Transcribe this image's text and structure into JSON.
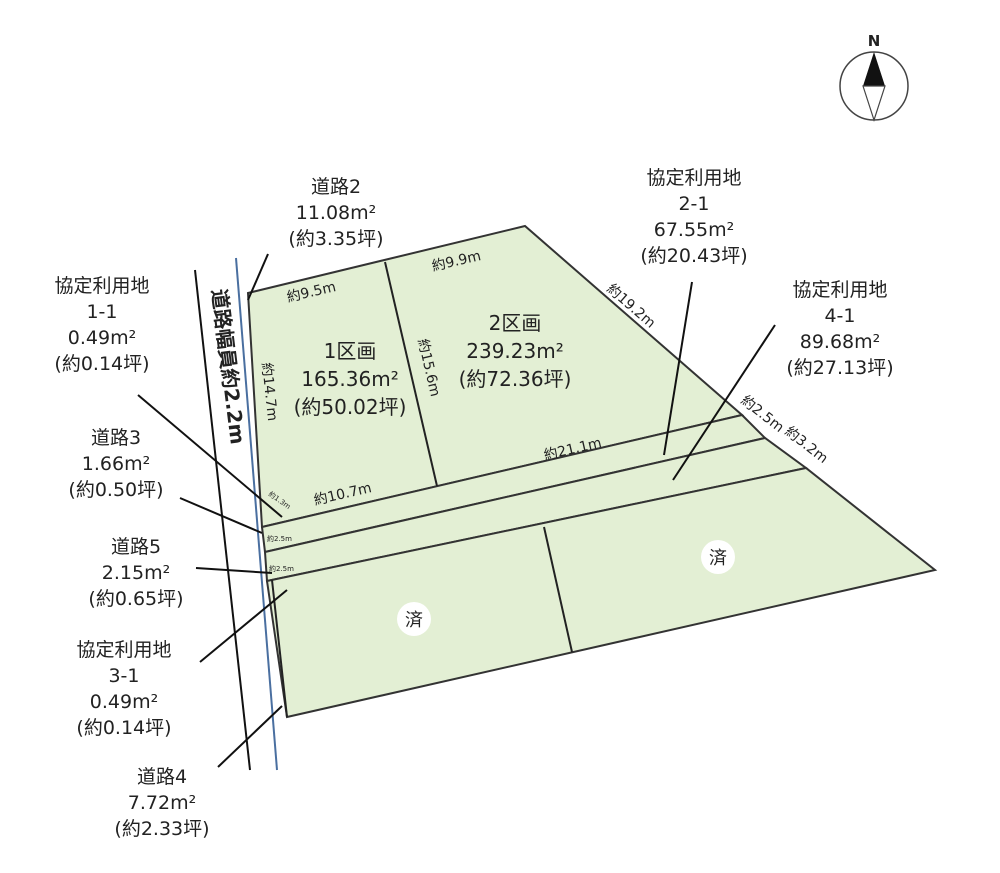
{
  "compass": {
    "north_label": "N",
    "icon": "north-arrow-icon"
  },
  "colors": {
    "parcel_fill": "#e3efd4",
    "outline": "#333333",
    "road_edge": "#4a6fa0",
    "leader": "#111111"
  },
  "road_main": {
    "label": "道路幅員約2.2m"
  },
  "road2": {
    "name": "道路2",
    "area": "11.08m²",
    "tsubo": "(約3.35坪)"
  },
  "kyotei_1_1": {
    "name": "協定利用地",
    "id": "1-1",
    "area": "0.49m²",
    "tsubo": "(約0.14坪)"
  },
  "road3": {
    "name": "道路3",
    "area": "1.66m²",
    "tsubo": "(約0.50坪)"
  },
  "road5": {
    "name": "道路5",
    "area": "2.15m²",
    "tsubo": "(約0.65坪)"
  },
  "kyotei_3_1": {
    "name": "協定利用地",
    "id": "3-1",
    "area": "0.49m²",
    "tsubo": "(約0.14坪)"
  },
  "road4": {
    "name": "道路4",
    "area": "7.72m²",
    "tsubo": "(約2.33坪)"
  },
  "kyotei_2_1": {
    "name": "協定利用地",
    "id": "2-1",
    "area": "67.55m²",
    "tsubo": "(約20.43坪)"
  },
  "kyotei_4_1": {
    "name": "協定利用地",
    "id": "4-1",
    "area": "89.68m²",
    "tsubo": "(約27.13坪)"
  },
  "lot1": {
    "name": "1区画",
    "area": "165.36m²",
    "tsubo": "(約50.02坪)"
  },
  "lot2": {
    "name": "2区画",
    "area": "239.23m²",
    "tsubo": "(約72.36坪)"
  },
  "dims": {
    "lot1_top": "約9.5m",
    "lot2_top": "約9.9m",
    "lot1_left": "約14.7m",
    "lot_divider": "約15.6m",
    "diag": "約19.2m",
    "lot1_bottom": "約10.7m",
    "lot2_bottom": "約21.1m",
    "strip1": "約2.5m",
    "strip2": "約3.2m",
    "small1": "約1.3m",
    "small2": "約2.5m",
    "small3": "約2.5m"
  },
  "sold": {
    "label": "済"
  }
}
